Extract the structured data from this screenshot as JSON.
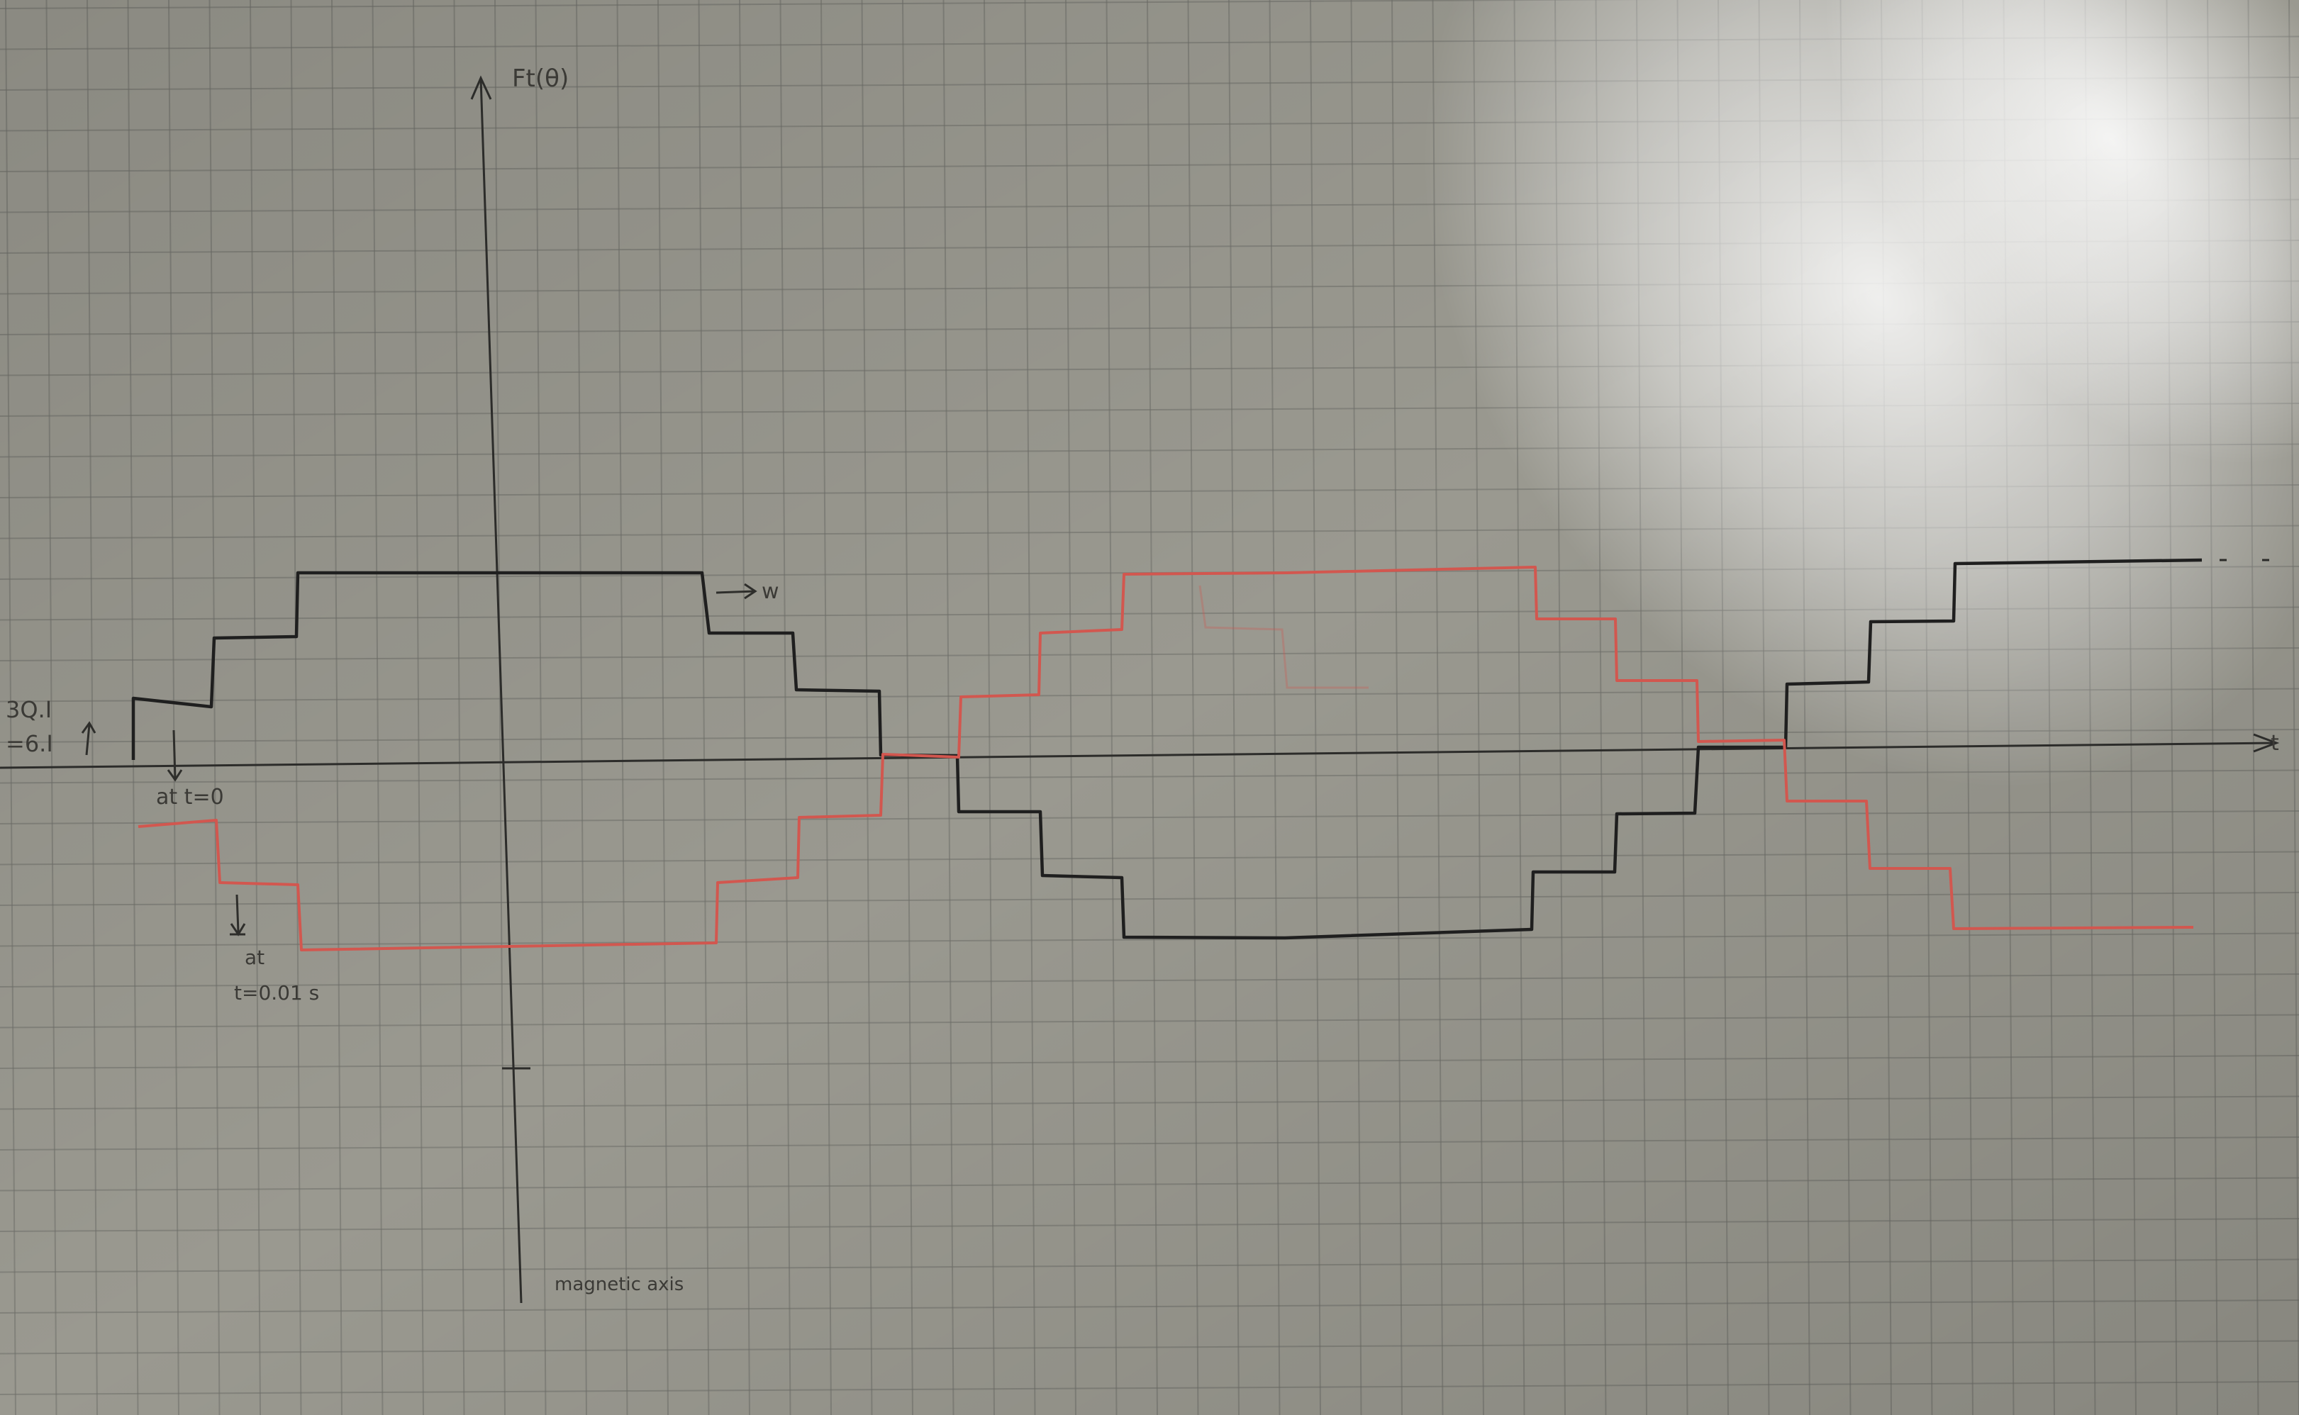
{
  "labels": {
    "y_axis": "Ft(θ)",
    "x_axis": "t",
    "amplitude_top": "3Q.I",
    "amplitude_bottom": "=6.I",
    "at_t0": "at t=0",
    "at_label": "at",
    "at_t2_value": "t=0.01 s",
    "omega": "w",
    "magnetic_axis": "magnetic axis"
  },
  "diagram_data": {
    "type": "stepped mmf waveform sketch on graph paper",
    "waveforms": [
      {
        "name": "at t=0",
        "color": "#1f1f1f"
      },
      {
        "name": "t=0.01 s",
        "color": "#d2574f"
      }
    ]
  }
}
